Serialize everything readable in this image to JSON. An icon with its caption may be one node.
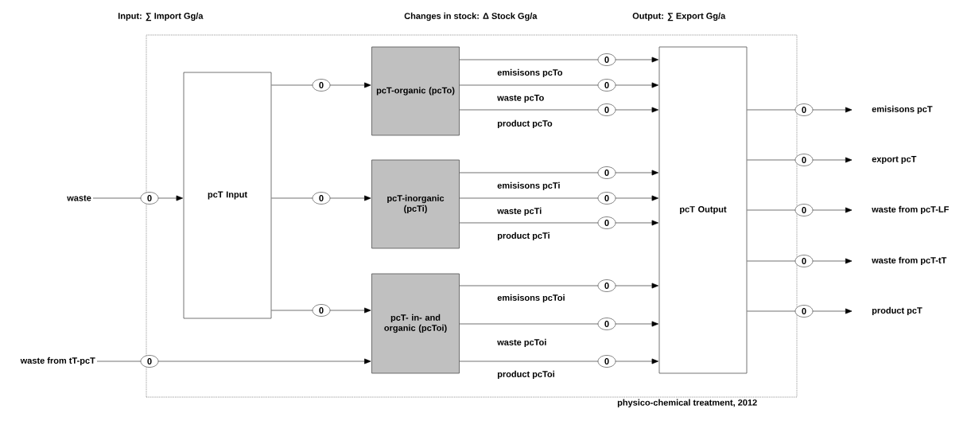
{
  "diagram": {
    "nodes": [
      {
        "text": [
          "physico-chemical treatment, 2012"
        ]
      },
      {
        "text": [
          "waste"
        ]
      },
      {
        "text": [
          "waste from tT-pcT"
        ]
      },
      {
        "text": [
          "pcT Input"
        ],
        "in": 0
      },
      {
        "text": [
          "pcT-organic (pcTo)"
        ],
        "in": 0
      },
      {
        "text": [
          "pcT-inorganic (pcTi)"
        ],
        "in": 0
      },
      {
        "text": [
          "pcT- in- and organic (pcToi)"
        ],
        "in": 0
      },
      {
        "text": [
          "pcT Output"
        ],
        "in": 0
      },
      {
        "text": [
          "emisisons pcT"
        ]
      },
      {
        "text": [
          "export pcT"
        ]
      },
      {
        "text": [
          "waste from pcT-LF"
        ]
      },
      {
        "text": [
          "waste from pcT-tT"
        ]
      },
      {
        "text": [
          "product pcT"
        ]
      }
    ],
    "edges": [
      {
        "from": 1,
        "to": 3,
        "arrow": "to",
        "label": "0"
      },
      {
        "from": 2,
        "to": 6,
        "arrow": "to",
        "label": "0"
      },
      {
        "from": 3,
        "to": 4,
        "arrow": "to",
        "label": "0"
      },
      {
        "from": 3,
        "to": 5,
        "arrow": "to",
        "label": "0"
      },
      {
        "from": 3,
        "to": 6,
        "arrow": "to",
        "label": "0"
      },
      {
        "from": 4,
        "to": 7,
        "arrow": "to",
        "label": "0"
      },
      {
        "from": 4,
        "to": 7,
        "arrow": "to",
        "label": "0"
      },
      {
        "from": 4,
        "to": 7,
        "arrow": "to",
        "label": "0"
      },
      {
        "from": 5,
        "to": 7,
        "arrow": "to",
        "label": "0"
      },
      {
        "from": 5,
        "to": 7,
        "arrow": "to",
        "label": "0"
      },
      {
        "from": 5,
        "to": 7,
        "arrow": "to",
        "label": "0"
      },
      {
        "from": 6,
        "to": 7,
        "arrow": "to",
        "label": "0"
      },
      {
        "from": 6,
        "to": 7,
        "arrow": "to",
        "label": "0"
      },
      {
        "from": 6,
        "to": 7,
        "arrow": "to",
        "label": "0"
      },
      {
        "from": 7,
        "to": 8,
        "arrow": "to",
        "label": "0"
      },
      {
        "from": 7,
        "to": 9,
        "arrow": "to",
        "label": "0"
      },
      {
        "from": 7,
        "to": 10,
        "arrow": "to",
        "label": "0"
      },
      {
        "from": 7,
        "to": 11,
        "arrow": "to",
        "label": "0"
      },
      {
        "from": 7,
        "to": 12,
        "arrow": "to",
        "label": "0"
      }
    ],
    "labels": [
      "Input: ∑ Import Gg/a",
      "Changes in stock: Δ Stock Gg/a",
      "Output: ∑ Export Gg/a",
      "emisisons pcTo",
      "waste pcTo",
      "product pcTo",
      "emisisons pcTi",
      "waste pcTi",
      "product pcTi",
      "emisisons pcToi",
      "waste pcToi",
      "product pcToi"
    ]
  }
}
